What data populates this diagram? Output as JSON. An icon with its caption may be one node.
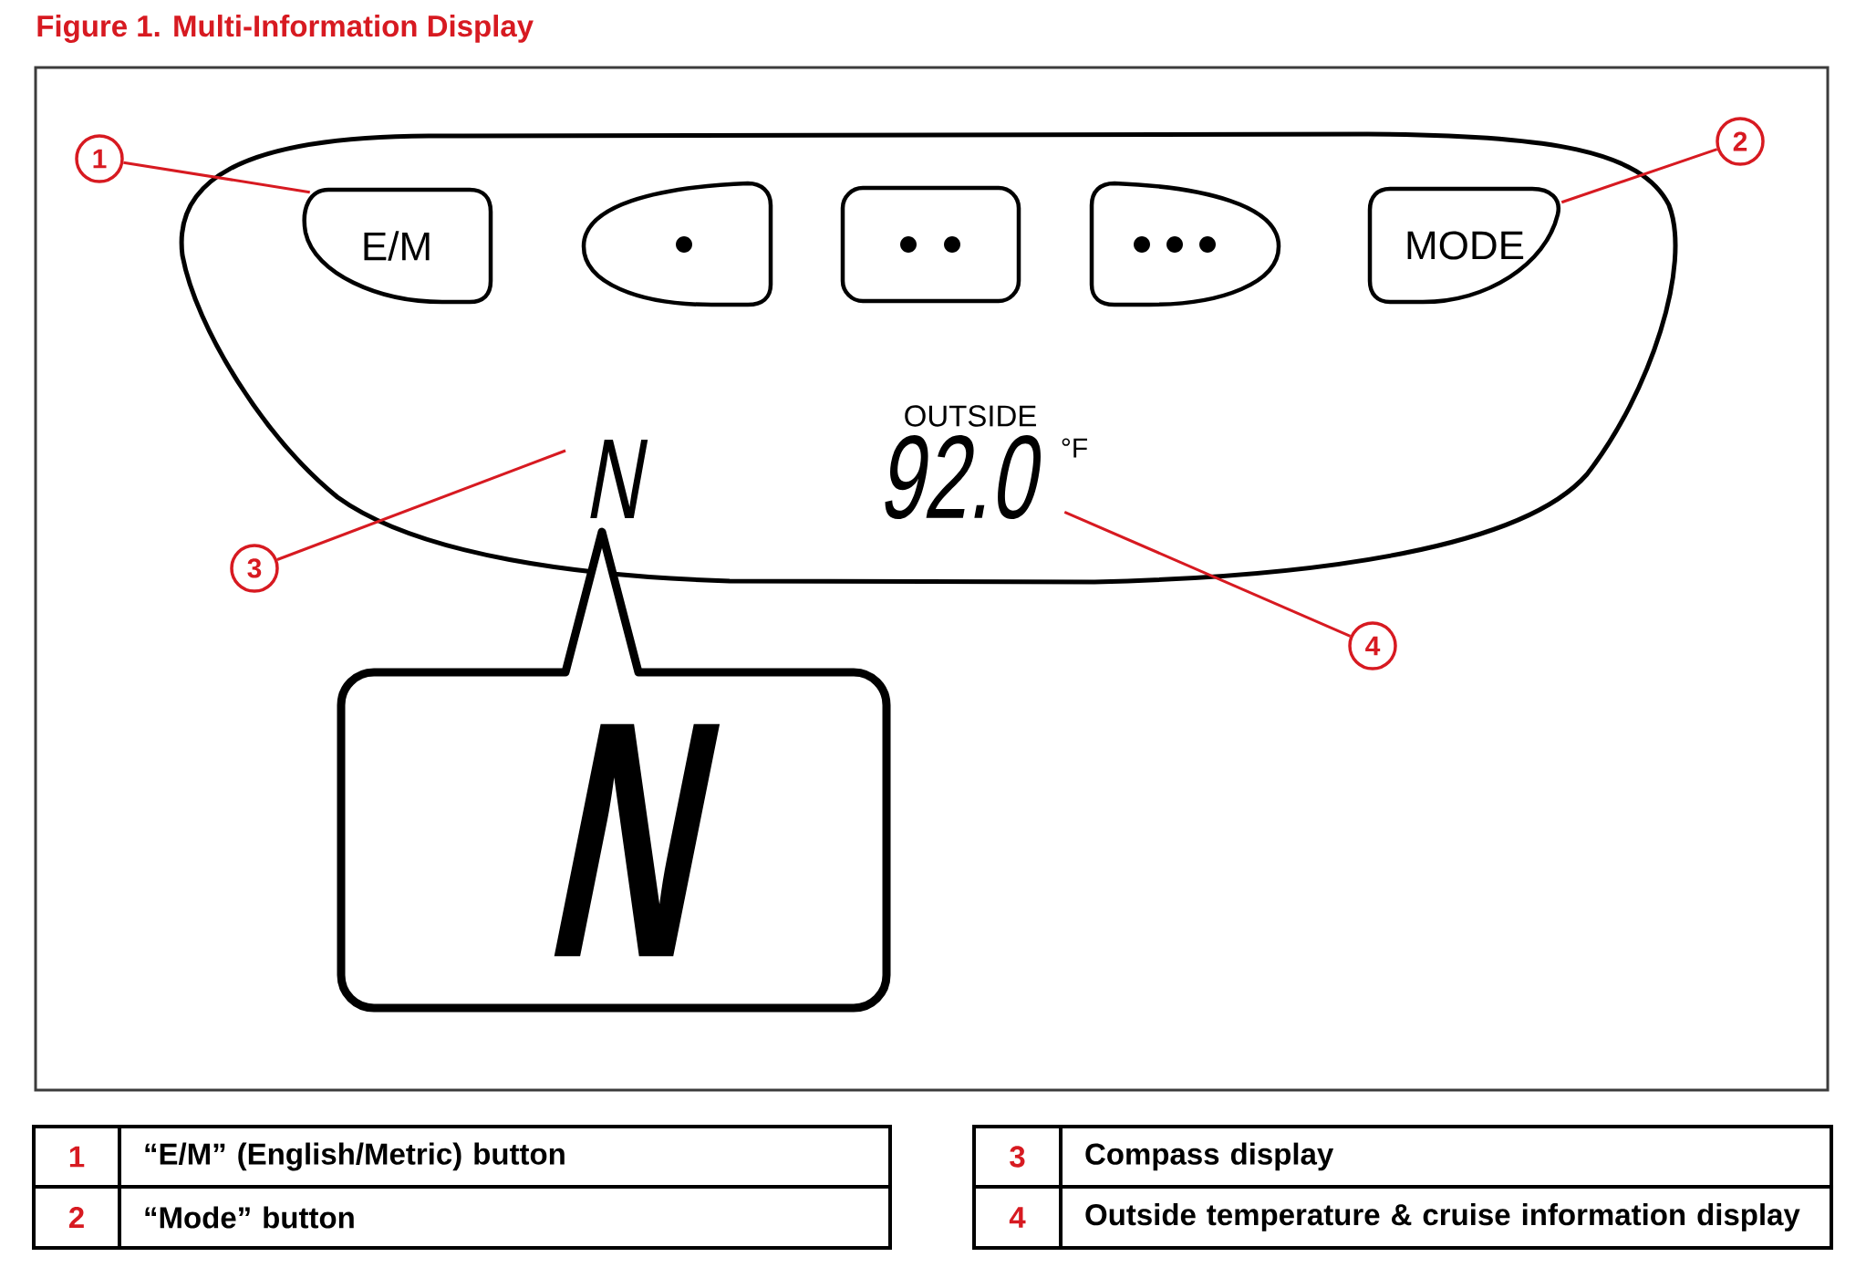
{
  "diagram": {
    "title": "Figure 1. Multi-Information Display",
    "nodes": [
      {
        "text": [],
        "shape": "box"
      },
      {
        "text": [
          "E/M"
        ],
        "in": 0
      },
      {
        "text": [],
        "shape": "box",
        "in": 0
      },
      {
        "text": [],
        "shape": "box",
        "in": 0
      },
      {
        "text": [],
        "shape": "box",
        "in": 0
      },
      {
        "text": [
          "MODE"
        ],
        "in": 0
      },
      {
        "text": [
          "N"
        ],
        "in": 0
      },
      {
        "text": [
          "92.0"
        ],
        "beside": [
          "OUTSIDE",
          "°F"
        ],
        "in": 0
      },
      {
        "text": [
          "N"
        ]
      },
      {
        "text": [
          "1"
        ]
      },
      {
        "text": [
          "2"
        ]
      },
      {
        "text": [
          "3"
        ]
      },
      {
        "text": [
          "4"
        ]
      }
    ],
    "edges": [
      {
        "from": 9,
        "to": 1,
        "arrow": "none"
      },
      {
        "from": 10,
        "to": 5,
        "arrow": "none"
      },
      {
        "from": 11,
        "to": 6,
        "arrow": "none"
      },
      {
        "from": 12,
        "to": 7,
        "arrow": "none"
      }
    ],
    "labels": [
      "1",
      "“E/M” (English/Metric) button",
      "2",
      "“Mode” button",
      "3",
      "Compass display",
      "4",
      "Outside temperature & cruise information display"
    ]
  }
}
